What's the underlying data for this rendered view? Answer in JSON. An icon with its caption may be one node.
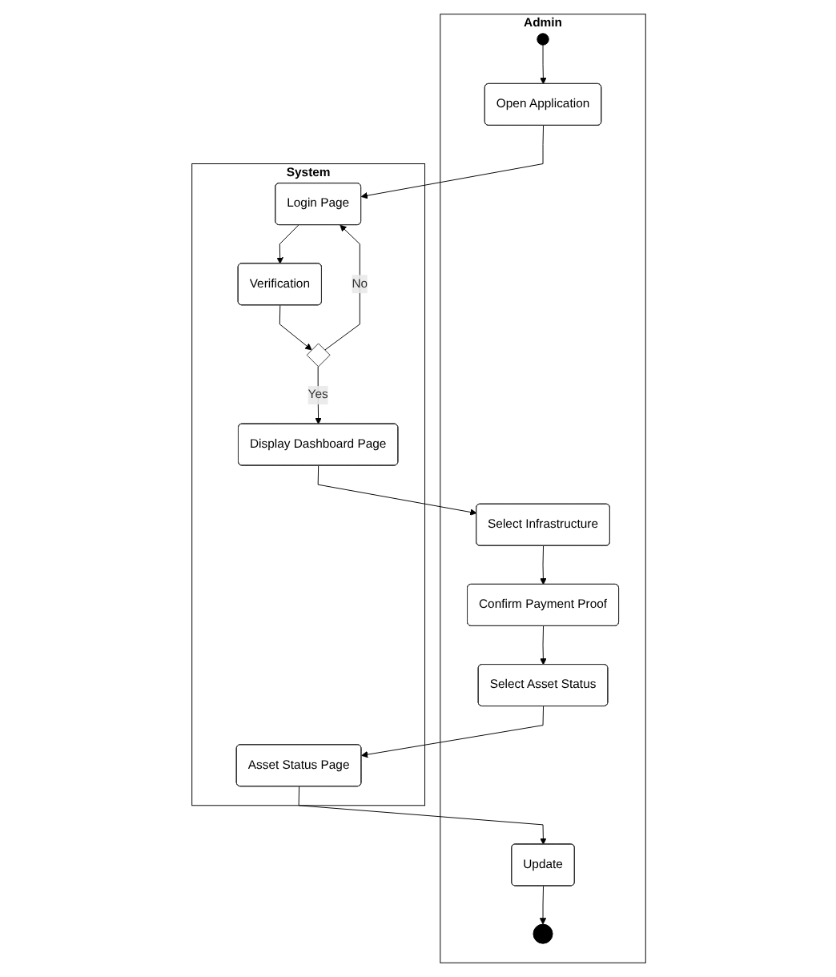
{
  "diagram": {
    "nodes": [
      {
        "text": [
          "Admin"
        ]
      },
      {
        "text": [
          "System"
        ]
      },
      {
        "text": [],
        "shape": "circle",
        "in": 0
      },
      {
        "text": [
          "Open Application"
        ],
        "in": 0
      },
      {
        "text": [
          "Login Page"
        ],
        "in": 1
      },
      {
        "text": [
          "Verification"
        ],
        "in": 1
      },
      {
        "text": [],
        "shape": "diamond",
        "in": 1
      },
      {
        "text": [
          "Display Dashboard Page"
        ],
        "in": 1
      },
      {
        "text": [
          "Select Infrastructure"
        ],
        "in": 0
      },
      {
        "text": [
          "Confirm Payment Proof"
        ],
        "in": 0
      },
      {
        "text": [
          "Select Asset Status"
        ],
        "in": 0
      },
      {
        "text": [
          "Asset Status Page"
        ],
        "in": 1
      },
      {
        "text": [
          "Update"
        ],
        "in": 0
      },
      {
        "text": [],
        "shape": "bullseye",
        "in": 0
      }
    ],
    "edges": [
      {
        "from": 2,
        "to": 3,
        "arrow": "to"
      },
      {
        "from": 3,
        "to": 4,
        "arrow": "to"
      },
      {
        "from": 4,
        "to": 5,
        "arrow": "to"
      },
      {
        "from": 5,
        "to": 6,
        "arrow": "to"
      },
      {
        "from": 6,
        "to": 4,
        "label": "No",
        "arrow": "to"
      },
      {
        "from": 6,
        "to": 7,
        "label": "Yes",
        "arrow": "to"
      },
      {
        "from": 7,
        "to": 8,
        "arrow": "to"
      },
      {
        "from": 8,
        "to": 9,
        "arrow": "to"
      },
      {
        "from": 9,
        "to": 10,
        "arrow": "to"
      },
      {
        "from": 10,
        "to": 11,
        "arrow": "to"
      },
      {
        "from": 11,
        "to": 12,
        "arrow": "to"
      },
      {
        "from": 12,
        "to": 13,
        "arrow": "to"
      }
    ]
  }
}
